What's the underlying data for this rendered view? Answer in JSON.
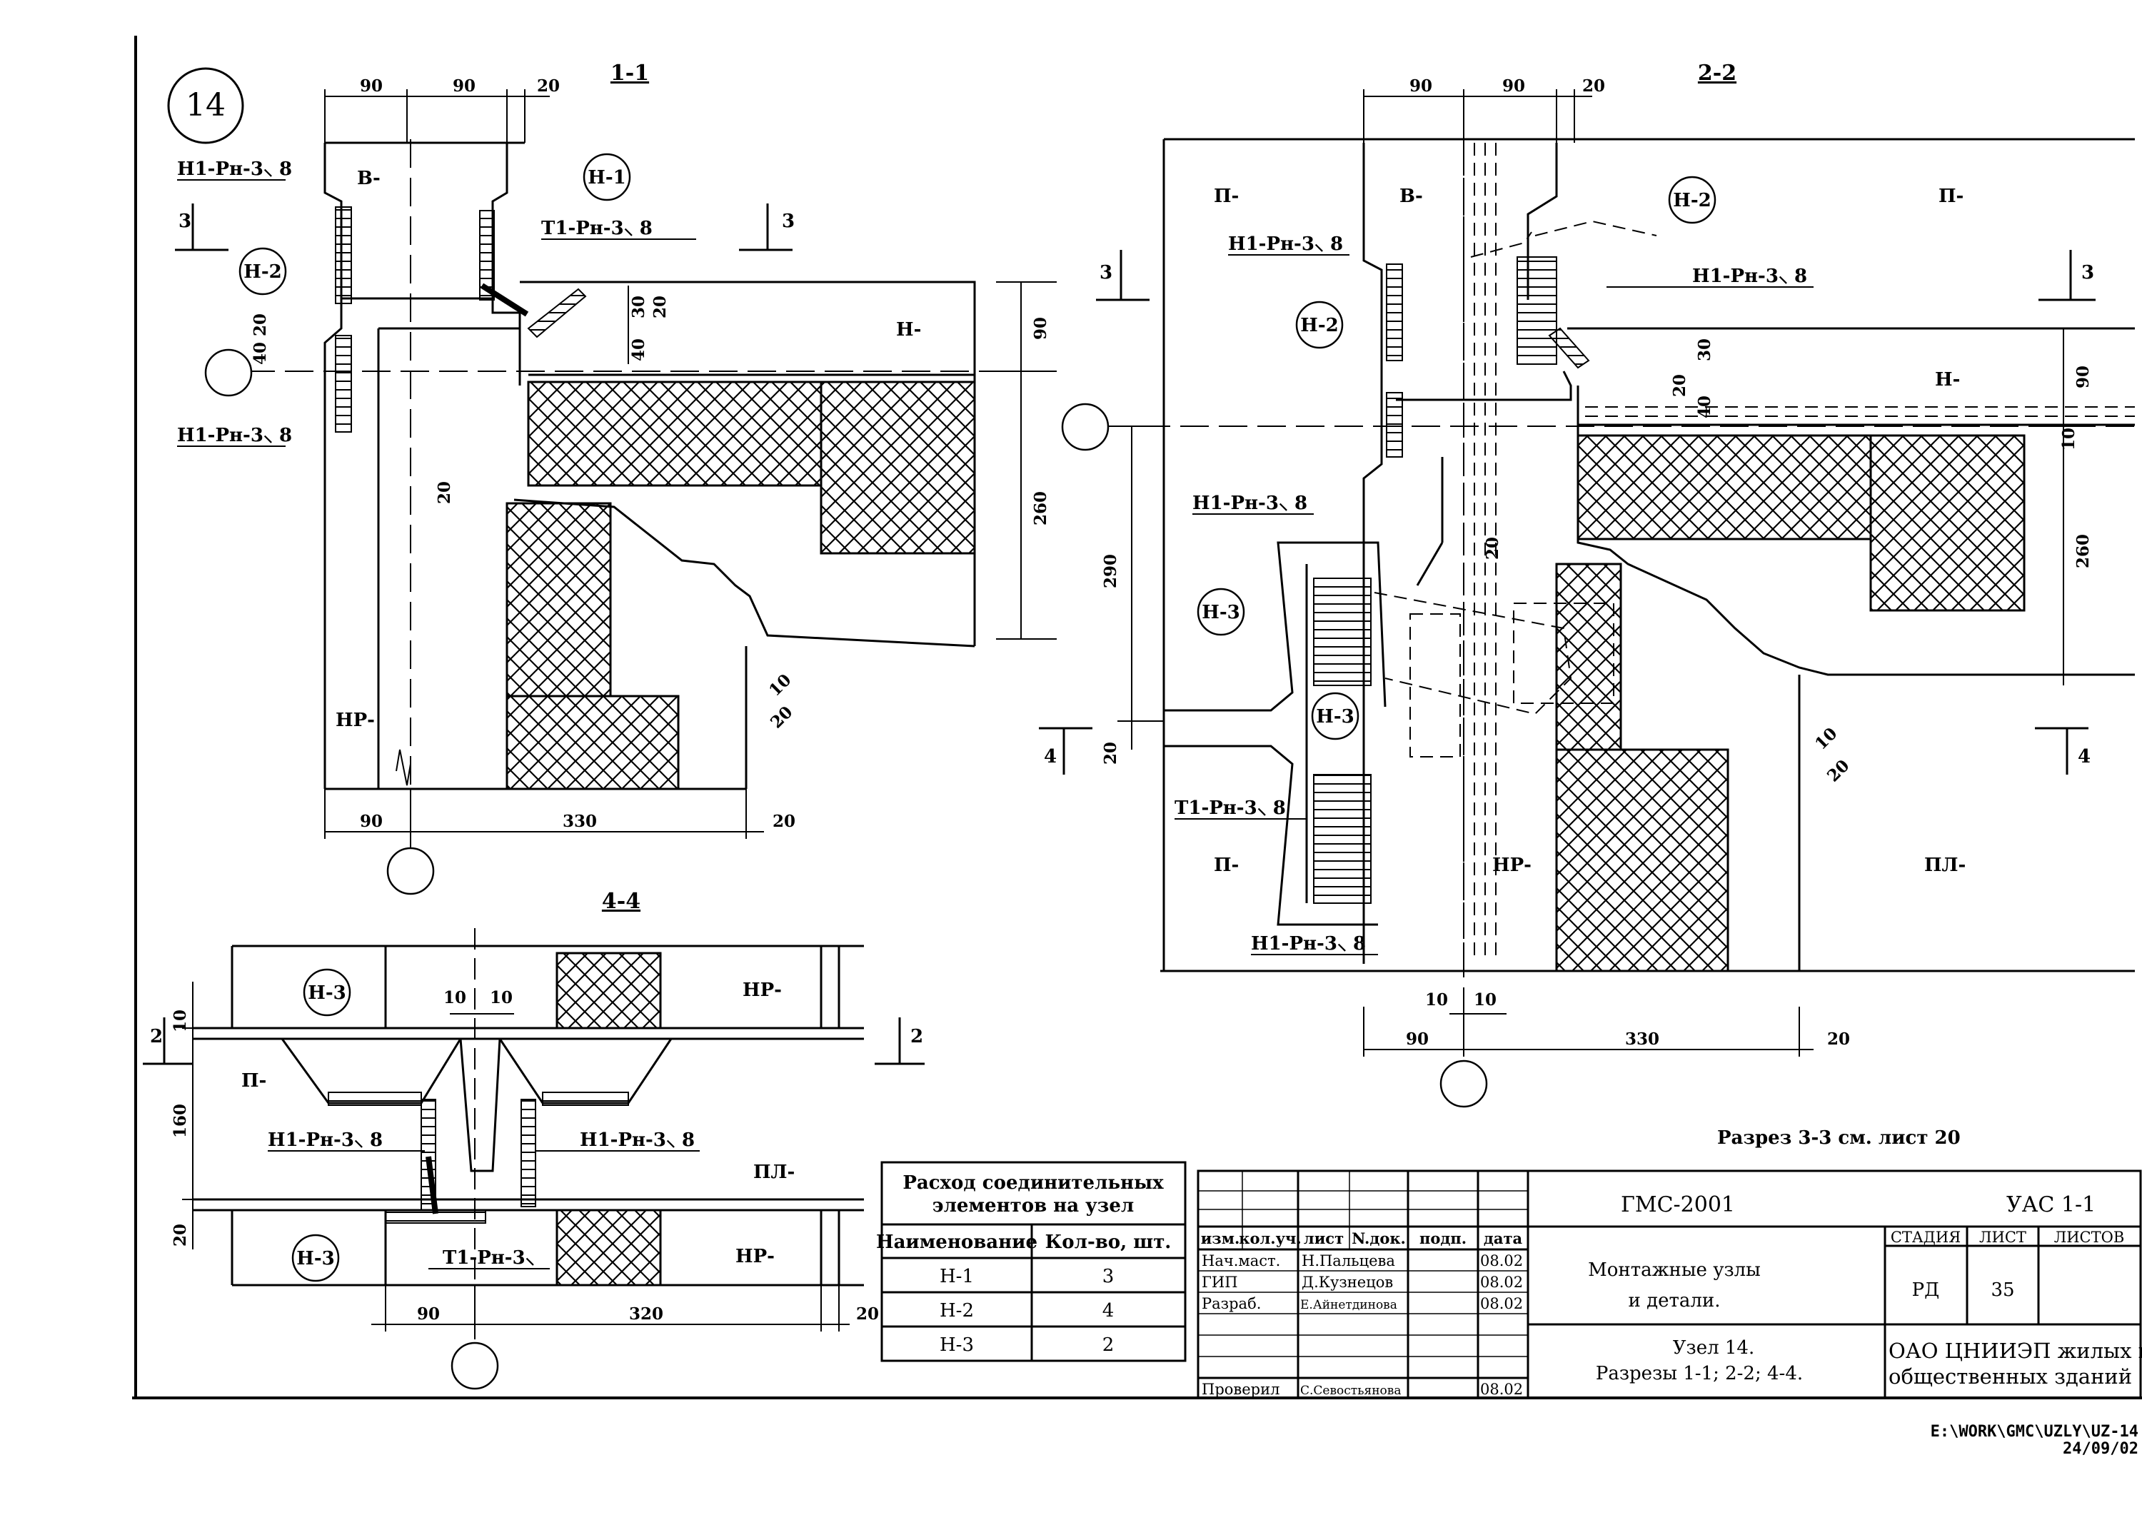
{
  "node_number": "14",
  "sections": {
    "s11": "1-1",
    "s22": "2-2",
    "s44": "4-4"
  },
  "cut_marks": {
    "n3": "3",
    "n4": "4",
    "n2": "2"
  },
  "dims": {
    "d90": "90",
    "d20": "20",
    "d10": "10",
    "d30": "30",
    "d40": "40",
    "d260": "260",
    "d290": "290",
    "d330": "330",
    "d160": "160",
    "d320": "320"
  },
  "elements": {
    "h1": "Н-1",
    "h2": "Н-2",
    "h3": "Н-3",
    "weld_h1": "Н1-Рн-3⸜ 8",
    "weld_t1": "Т1-Рн-3⸜ 8",
    "weld_t1_short": "Т1-Рн-3⸜"
  },
  "zones": {
    "b": "В-",
    "h": "Н-",
    "hp": "НР-",
    "p": "П-",
    "pl": "ПЛ-"
  },
  "note": "Разрез 3-3 см. лист 20",
  "consumption_table": {
    "title_line1": "Расход соединительных",
    "title_line2": "элементов на узел",
    "headers": [
      "Наименование",
      "Кол-во, шт."
    ],
    "rows": [
      {
        "name": "Н-1",
        "qty": "3"
      },
      {
        "name": "Н-2",
        "qty": "4"
      },
      {
        "name": "Н-3",
        "qty": "2"
      }
    ]
  },
  "title_block": {
    "header_cols": [
      "изм.",
      "кол.уч.",
      "лист",
      "N.док.",
      "подп.",
      "дата"
    ],
    "staff": [
      {
        "role": "Нач.маст.",
        "name": "Н.Пальцева",
        "date": "08.02"
      },
      {
        "role": "ГИП",
        "name": "Д.Кузнецов",
        "date": "08.02"
      },
      {
        "role": "Разраб.",
        "name": "Е.Айнетдинова",
        "date": "08.02"
      },
      {
        "role": "Проверил",
        "name": "С.Севостьянова",
        "date": "08.02"
      }
    ],
    "code": "ГМС-2001",
    "series": "УАС 1-1",
    "name_line1": "Монтажные узлы",
    "name_line2": "и детали.",
    "subject_line1": "Узел 14.",
    "subject_line2": "Разрезы 1-1; 2-2; 4-4.",
    "stage_label": "СТАДИЯ",
    "sheet_label": "ЛИСТ",
    "sheets_label": "ЛИСТОВ",
    "stage": "РД",
    "sheet": "35",
    "org_line1": "ОАО ЦНИИЭП жилых и",
    "org_line2": "общественных зданий"
  },
  "file_path": "E:\\WORK\\GMC\\UZLY\\UZ-14",
  "file_date": "24/09/02"
}
